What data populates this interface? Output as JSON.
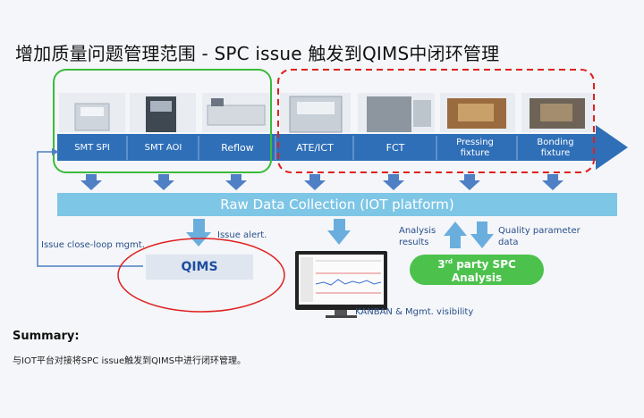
{
  "title": "增加质量问题管理范围 - SPC issue 触发到QIMS中闭环管理",
  "machines": [
    {
      "label": "SMT SPI",
      "icon": "spi-machine-icon"
    },
    {
      "label": "SMT AOI",
      "icon": "aoi-machine-icon"
    },
    {
      "label": "Reflow",
      "icon": "reflow-oven-icon"
    },
    {
      "label": "ATE/ICT",
      "icon": "ate-ict-machine-icon"
    },
    {
      "label": "FCT",
      "icon": "fct-machine-icon"
    },
    {
      "label": "Pressing fixture",
      "icon": "pressing-fixture-icon"
    },
    {
      "label": "Bonding fixture",
      "icon": "bonding-fixture-icon"
    }
  ],
  "raw_data": "Raw Data Collection (IOT platform)",
  "qims": "QIMS",
  "issue_alert": "Issue alert.",
  "issue_loop": "Issue close-loop mgmt.",
  "kanban": "KANBAN & Mgmt. visibility",
  "analysis_results": "Analysis results",
  "quality_param": "Quality parameter data",
  "spc": {
    "line1_sup": "rd",
    "line1_pre": "3",
    "line1_post": " party SPC",
    "line2": "Analysis"
  },
  "summary_title": "Summary:",
  "summary_text": "与IOT平台对接将SPC issue触发到QIMS中进行闭环管理。",
  "colors": {
    "process_bar": "#2f6fb8",
    "arrow": "#4f7fc4",
    "raw_bar": "#7ec6e6",
    "green": "#4cc24c",
    "red": "#e02020"
  }
}
